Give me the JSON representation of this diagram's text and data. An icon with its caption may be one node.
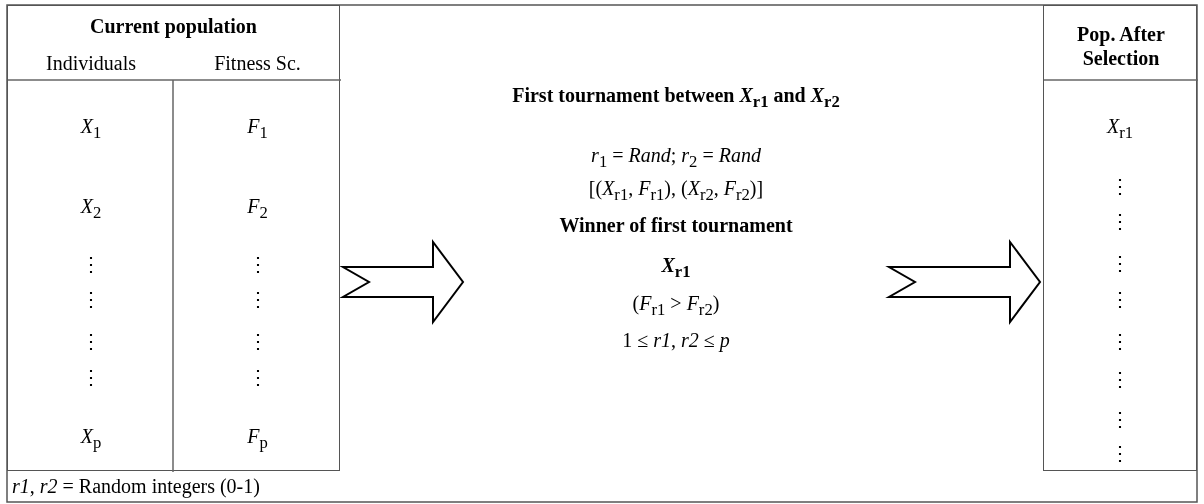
{
  "diagram": {
    "nodes": [
      {
        "text": [
          "Current population"
        ]
      },
      {
        "text": [
          "Individuals",
          "*X*$_{1}$",
          "*X*$_{2}$",
          "⋮",
          "⋮",
          "⋮",
          "⋮",
          "*X*$_{p}$"
        ],
        "in": 0
      },
      {
        "text": [
          "Fitness Sc.",
          "*F*$_{1}$",
          "*F*$_{2}$",
          "⋮",
          "⋮",
          "⋮",
          "⋮",
          "*F*$_{p}$"
        ],
        "in": 0
      },
      {
        "text": [
          "First tournament between *X*$_{r1}$ and *X*$_{r2}$",
          "*r*$_{1}$ = *Rand*; *r*$_{2}$ = *Rand*",
          "[(*X*$_{r1}$, *F*$_{r1}$), (*X*$_{r2}$, *F*$_{r2}$)]",
          "Winner of first tournament",
          "*X*$_{r1}$",
          "(*F*$_{r1}$ > *F*$_{r2}$)",
          "1 ≤ *r1*, *r2* ≤ *p*"
        ]
      },
      {
        "text": [
          "Pop. After Selection",
          "*X*$_{r1}$",
          "⋮",
          "⋮",
          "⋮",
          "⋮",
          "⋮",
          "⋮",
          "⋮",
          "⋮"
        ]
      }
    ],
    "edges": [
      {
        "from": 0,
        "to": 3,
        "arrow": "to"
      },
      {
        "from": 3,
        "to": 4,
        "arrow": "to"
      }
    ],
    "labels": [
      "*r1*, *r2* = Random integers (0-1)"
    ]
  }
}
